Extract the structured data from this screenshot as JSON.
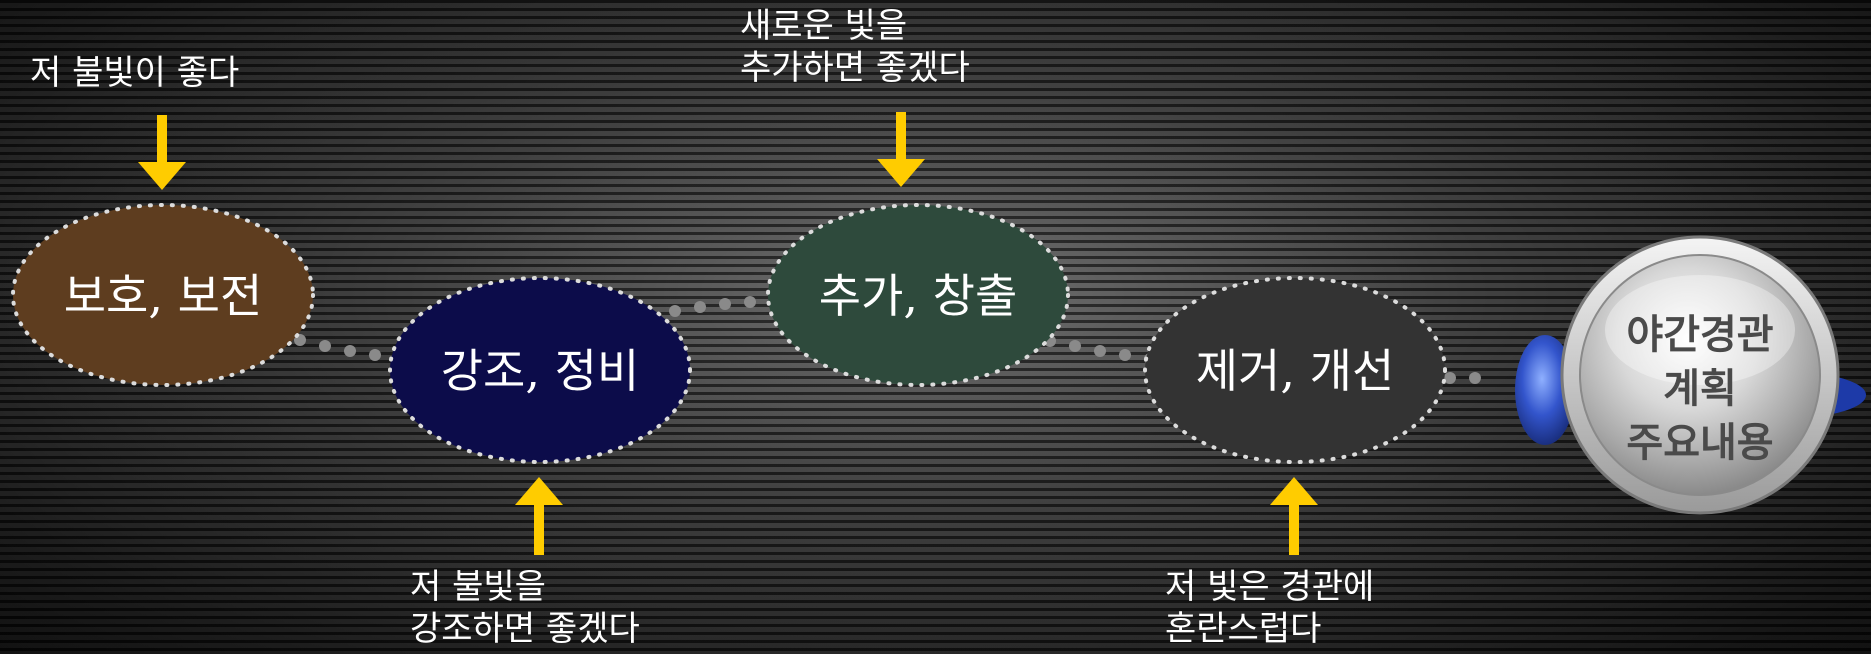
{
  "nodes": {
    "preserve": {
      "label": "보호, 보전",
      "color": "#5e3d1f",
      "caption_lines": [
        "저 불빛이 좋다"
      ]
    },
    "emphasize": {
      "label": "강조, 정비",
      "color": "#0c0c4a",
      "caption_lines": [
        "저 불빛을",
        "강조하면 좋겠다"
      ]
    },
    "add": {
      "label": "추가, 창출",
      "color": "#2e4a3c",
      "caption_lines": [
        "새로운 빛을",
        "추가하면 좋겠다"
      ]
    },
    "remove": {
      "label": "제거, 개선",
      "color": "#333333",
      "caption_lines": [
        "저 빛은 경관에",
        "혼란스럽다"
      ]
    }
  },
  "center": {
    "lines": [
      "야간경관",
      "계획",
      "주요내용"
    ]
  },
  "colors": {
    "arrow": "#ffcc00",
    "dots": "#8a8a8a",
    "outline": "#dcdcdc",
    "lens": "#3355cc"
  }
}
